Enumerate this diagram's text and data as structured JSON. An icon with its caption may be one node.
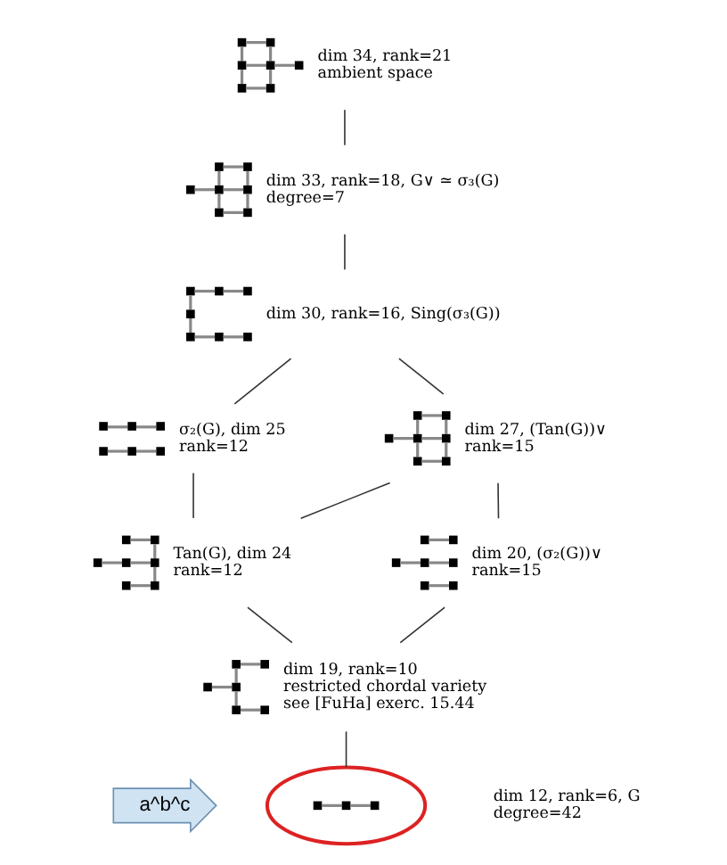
{
  "diagram": {
    "nodes": [
      {
        "text": [],
        "shape": "picture",
        "beside": [
          "dim 34, rank=21",
          "ambient space"
        ]
      },
      {
        "text": [],
        "shape": "picture",
        "beside": [
          "dim 33, rank=18, G∨ ≃ σ₃(G)",
          "degree=7"
        ]
      },
      {
        "text": [],
        "shape": "picture",
        "beside": [
          "dim 30, rank=16, Sing(σ₃(G))"
        ]
      },
      {
        "text": [],
        "shape": "picture",
        "beside": [
          "σ₂(G), dim 25",
          "rank=12"
        ]
      },
      {
        "text": [],
        "shape": "picture",
        "beside": [
          "dim 27, (Tan(G))∨",
          "rank=15"
        ]
      },
      {
        "text": [],
        "shape": "picture",
        "beside": [
          "Tan(G), dim 24",
          "rank=12"
        ]
      },
      {
        "text": [],
        "shape": "picture",
        "beside": [
          "dim 20, (σ₂(G))∨",
          "rank=15"
        ]
      },
      {
        "text": [],
        "shape": "picture",
        "beside": [
          "dim 19, rank=10",
          "restricted chordal variety",
          "see [FuHa] exerc. 15.44"
        ]
      },
      {
        "text": [],
        "shape": "picture",
        "beside": [
          "dim 12, rank=6, G",
          "degree=42"
        ]
      },
      {
        "text": [
          "a^b^c"
        ]
      }
    ],
    "edges": [
      {
        "from": 0,
        "to": 1,
        "arrow": "none"
      },
      {
        "from": 1,
        "to": 2,
        "arrow": "none"
      },
      {
        "from": 2,
        "to": 3,
        "arrow": "none"
      },
      {
        "from": 2,
        "to": 4,
        "arrow": "none"
      },
      {
        "from": 3,
        "to": 5,
        "arrow": "none"
      },
      {
        "from": 4,
        "to": 5,
        "arrow": "none"
      },
      {
        "from": 4,
        "to": 6,
        "arrow": "none"
      },
      {
        "from": 5,
        "to": 7,
        "arrow": "none"
      },
      {
        "from": 6,
        "to": 7,
        "arrow": "none"
      },
      {
        "from": 7,
        "to": 8,
        "arrow": "none"
      }
    ]
  }
}
